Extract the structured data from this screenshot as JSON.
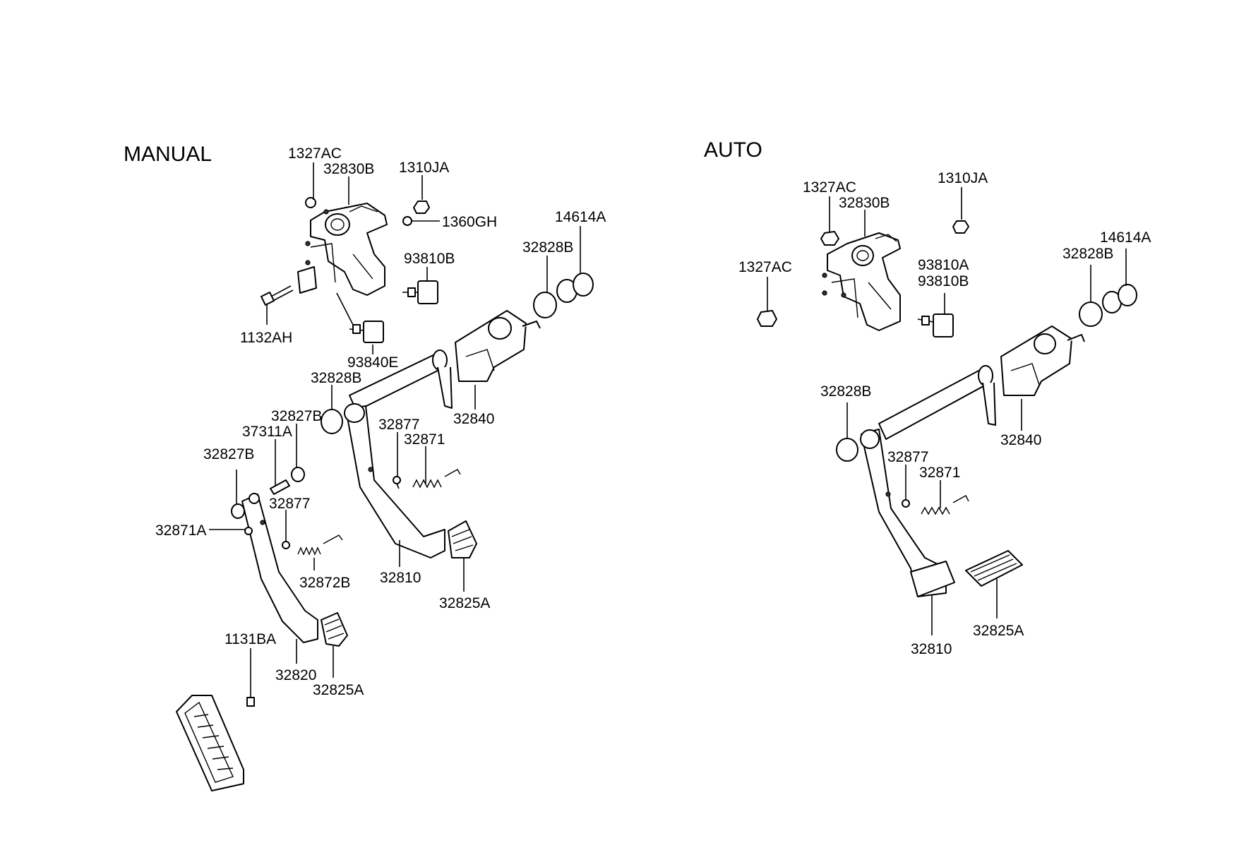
{
  "sections": {
    "manual": "MANUAL",
    "auto": "AUTO"
  },
  "manual": {
    "labels": {
      "p1327AC": "1327AC",
      "p32830B": "32830B",
      "p1310JA": "1310JA",
      "p1360GH": "1360GH",
      "p14614A": "14614A",
      "p32828B_top": "32828B",
      "p93810B": "93810B",
      "p1132AH": "1132AH",
      "p93840E": "93840E",
      "p32828B": "32828B",
      "p32840": "32840",
      "p32827B_a": "32827B",
      "p37311A": "37311A",
      "p32877_a": "32877",
      "p32871": "32871",
      "p32827B_b": "32827B",
      "p32877_b": "32877",
      "p32871A": "32871A",
      "p32872B": "32872B",
      "p32810": "32810",
      "p32825A_a": "32825A",
      "p1131BA": "1131BA",
      "p32820": "32820",
      "p32825A_b": "32825A"
    }
  },
  "auto": {
    "labels": {
      "p1327AC_a": "1327AC",
      "p32830B": "32830B",
      "p1310JA": "1310JA",
      "p1327AC_b": "1327AC",
      "p93810A": "93810A",
      "p93810B": "93810B",
      "p32828B_top": "32828B",
      "p14614A": "14614A",
      "p32828B": "32828B",
      "p32840": "32840",
      "p32877": "32877",
      "p32871": "32871",
      "p32810": "32810",
      "p32825A": "32825A"
    }
  }
}
